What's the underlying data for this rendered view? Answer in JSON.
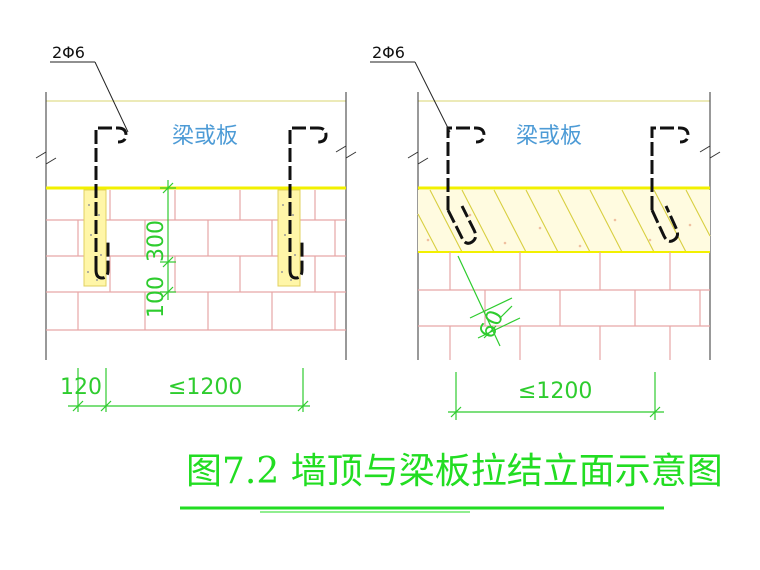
{
  "colors": {
    "background": "#ffffff",
    "brick_line": "#e7a6a6",
    "slab_line": "#e6e3a0",
    "slab_bottom": "#f2f000",
    "rebar": "#111111",
    "grout": "#fff6a8",
    "label_blue": "#4d9bd6",
    "dim_green": "#2ecc2e",
    "title_green": "#22dd22",
    "leader": "#222222",
    "inclined_fill": "#fff3b0",
    "inclined_line": "#d8cf40"
  },
  "left_detail": {
    "rebar_label": "2Φ6",
    "slab_label": "梁或板",
    "dim_spacing": "≤1200",
    "dim_edge": "120",
    "dim_vertical_a": "300",
    "dim_vertical_b": "100"
  },
  "right_detail": {
    "rebar_label": "2Φ6",
    "slab_label": "梁或板",
    "dim_spacing": "≤1200",
    "dim_angle": "60"
  },
  "title": "图7.2  墙顶与梁板拉结立面示意图"
}
